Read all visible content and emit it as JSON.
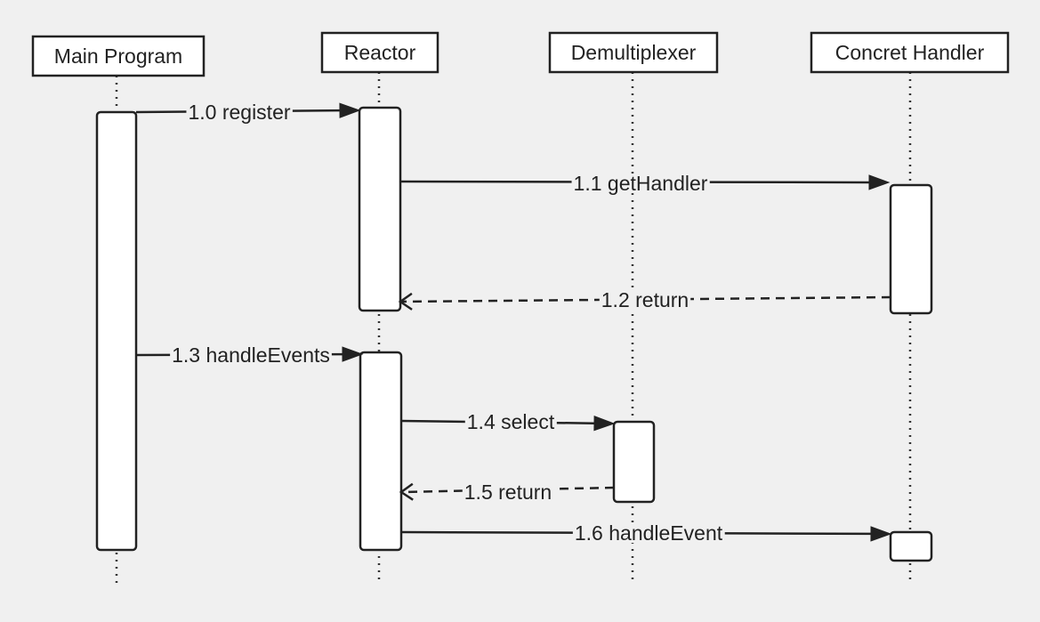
{
  "participants": [
    {
      "name": "Main Program"
    },
    {
      "name": "Reactor"
    },
    {
      "name": "Demultiplexer"
    },
    {
      "name": "Concret Handler"
    }
  ],
  "messages": [
    {
      "label": "1.0 register",
      "from": 0,
      "to": 1,
      "kind": "call"
    },
    {
      "label": "1.1 getHandler",
      "from": 1,
      "to": 3,
      "kind": "call"
    },
    {
      "label": "1.2 return",
      "from": 3,
      "to": 1,
      "kind": "return"
    },
    {
      "label": "1.3 handleEvents",
      "from": 0,
      "to": 1,
      "kind": "call"
    },
    {
      "label": "1.4 select",
      "from": 1,
      "to": 2,
      "kind": "call"
    },
    {
      "label": "1.5 return",
      "from": 2,
      "to": 1,
      "kind": "return"
    },
    {
      "label": "1.6 handleEvent",
      "from": 1,
      "to": 3,
      "kind": "call"
    }
  ],
  "colors": {
    "background": "#f0f0f0",
    "stroke": "#222222",
    "box_fill": "#ffffff"
  }
}
